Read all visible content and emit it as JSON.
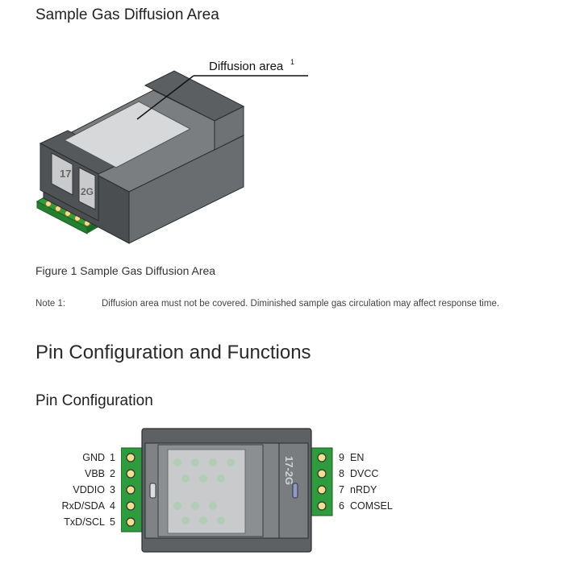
{
  "section": {
    "title": "Sample Gas Diffusion Area"
  },
  "figure1": {
    "callout": "Diffusion area",
    "callout_sup": "1",
    "sensor_left_mark": "17",
    "sensor_right_mark": "2G",
    "caption": "Figure 1  Sample Gas Diffusion Area"
  },
  "note": {
    "label": "Note 1:",
    "text": "Diffusion area must not be covered. Diminished sample gas circulation may affect response time."
  },
  "pin_section": {
    "heading": "Pin Configuration and Functions",
    "subheading": "Pin Configuration"
  },
  "pins_left": [
    {
      "name": "GND",
      "num": "1"
    },
    {
      "name": "VBB",
      "num": "2"
    },
    {
      "name": "VDDIO",
      "num": "3"
    },
    {
      "name": "RxD/SDA",
      "num": "4"
    },
    {
      "name": "TxD/SCL",
      "num": "5"
    }
  ],
  "pins_right": [
    {
      "num": "9",
      "name": "EN"
    },
    {
      "num": "8",
      "name": "DVCC"
    },
    {
      "num": "7",
      "name": "nRDY"
    },
    {
      "num": "6",
      "name": "COMSEL"
    }
  ],
  "top_view_mark": "17-2G",
  "colors": {
    "pcb_green": "#2e9b3c",
    "pad_yellow": "#f0e090",
    "body_gray": "#5e6164",
    "body_light": "#c8cacc"
  }
}
